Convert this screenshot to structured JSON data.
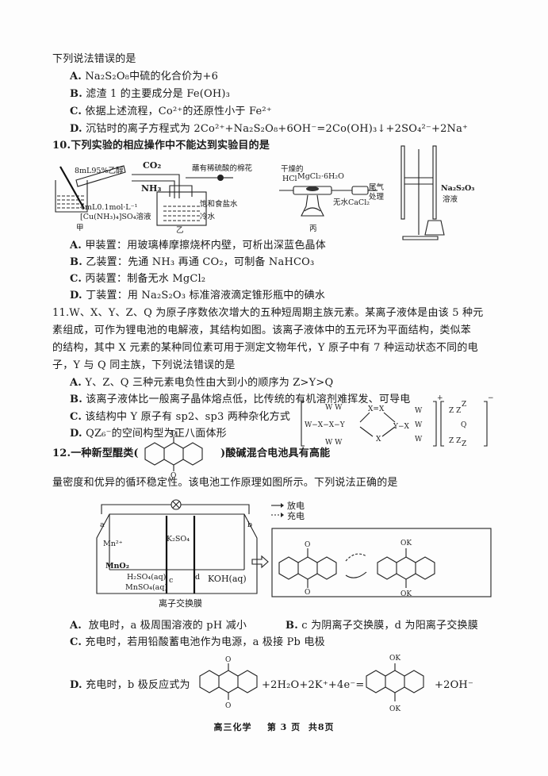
{
  "q9": {
    "stem": "下列说法错误的是",
    "options": [
      {
        "key": "A.",
        "text": "Na₂S₂O₈中硫的化合价为+6"
      },
      {
        "key": "B.",
        "text": "滤渣 1 的主要成分是 Fe(OH)₃"
      },
      {
        "key": "C.",
        "text": "依据上述流程，Co²⁺的还原性小于 Fe²⁺"
      },
      {
        "key": "D.",
        "text": "沉钴时的离子方程式为 2Co²⁺+Na₂S₂O₈+6OH⁻=2Co(OH)₃↓+2SO₄²⁻+2Na⁺"
      }
    ]
  },
  "q10": {
    "stem": "10.下列实验的相应操作中不能达到实验目的是",
    "figures": {
      "jia": {
        "caption": "甲",
        "label_ethanol": "8mL95%乙醇",
        "label_conc": "4mL0.1mol·L⁻¹",
        "label_solution": "[Cu(NH₃)₄]SO₄溶液"
      },
      "yi": {
        "caption": "乙",
        "label_co2": "CO₂",
        "label_nh3": "NH₃",
        "label_cotton": "蘸有稀硫酸的棉花",
        "label_brine": "饱和食盐水",
        "label_cold": "冷水"
      },
      "bing": {
        "caption": "丙",
        "label_hcl_1": "干燥的",
        "label_hcl_2": "HCl",
        "label_mgcl2": "MgCl₂·6H₂O",
        "label_cacl2": "无水CaCl₂",
        "label_tail_1": "尾气",
        "label_tail_2": "处理"
      },
      "ding": {
        "label_reagent": "Na₂S₂O₃",
        "label_solution": "溶液"
      }
    },
    "options": [
      {
        "key": "A.",
        "text": "甲装置：用玻璃棒摩擦烧杯内壁，可析出深蓝色晶体"
      },
      {
        "key": "B.",
        "text": "乙装置：先通 NH₃ 再通 CO₂，可制备 NaHCO₃"
      },
      {
        "key": "C.",
        "text": "丙装置：制备无水 MgCl₂"
      },
      {
        "key": "D.",
        "text": "丁装置：用 Na₂S₂O₃ 标准溶液滴定锥形瓶中的碘水"
      }
    ]
  },
  "q11": {
    "stem_lines": [
      "11.W、X、Y、Z、Q 为原子序数依次增大的五种短周期主族元素。某离子液体是由该 5 种元",
      "素组成，可作为锂电池的电解液，其结构如图。该离子液体中的五元环为平面结构，类似苯",
      "的结构，其中 X 元素的某种同位素可用于测定文物年代，Y 原子中有 7 种运动状态不同的电",
      "子，Y 与 Q 同主族，下列说法错误的是"
    ],
    "options": [
      {
        "key": "A.",
        "text": "Y、Z、Q 三种元素电负性由大到小的顺序为 Z>Y>Q"
      },
      {
        "key": "B.",
        "text": "该离子液体比一般离子晶体熔点低，比传统的有机溶剂难挥发、可导电"
      },
      {
        "key": "C.",
        "text": "该结构中 Y 原子有 sp2、sp3 两种杂化方式"
      },
      {
        "key": "D.",
        "text": "QZ₆⁻的空间构型为正八面体形"
      }
    ],
    "structure": {
      "cation_charge": "+",
      "anion_charge": "−",
      "atoms": [
        "W",
        "X",
        "Y",
        "Z",
        "Q"
      ]
    }
  },
  "q12": {
    "stem_part1": "12.一种新型醌类(",
    "stem_part2": ")酸碱混合电池具有高能",
    "stem_line2": "量密度和优异的循环稳定性。该电池工作原理如图所示。下列说法正确的是",
    "figure": {
      "electrode_a": "a",
      "electrode_b": "b",
      "membrane_c": "c",
      "membrane_d": "d",
      "left_species_1": "Mn²⁺",
      "left_species_2": "MnO₂",
      "middle": "K₂SO₄",
      "left_solution_1": "H₂SO₄(aq)",
      "left_solution_2": "MnSO₄(aq)",
      "right_solution": "KOH(aq)",
      "membrane_label": "离子交换膜",
      "legend_discharge": "放电",
      "legend_charge": "充电",
      "product_group": "OK"
    },
    "options": [
      {
        "key": "A.",
        "text": "放电时，a 极周围溶液的 pH 减小"
      },
      {
        "key": "B.",
        "text": "c 为阴离子交换膜，d 为阳离子交换膜"
      },
      {
        "key": "C.",
        "text": "充电时，若用铅酸蓄电池作为电源，a 极接 Pb 电极"
      },
      {
        "key": "D.",
        "text": "充电时，b 极反应式为"
      }
    ],
    "equation_mid": "+2H₂O+2K⁺+4e⁻=",
    "equation_end": "+2OH⁻"
  },
  "footer": {
    "subject": "高三化学",
    "page": "第 3 页",
    "total": "共8页"
  }
}
